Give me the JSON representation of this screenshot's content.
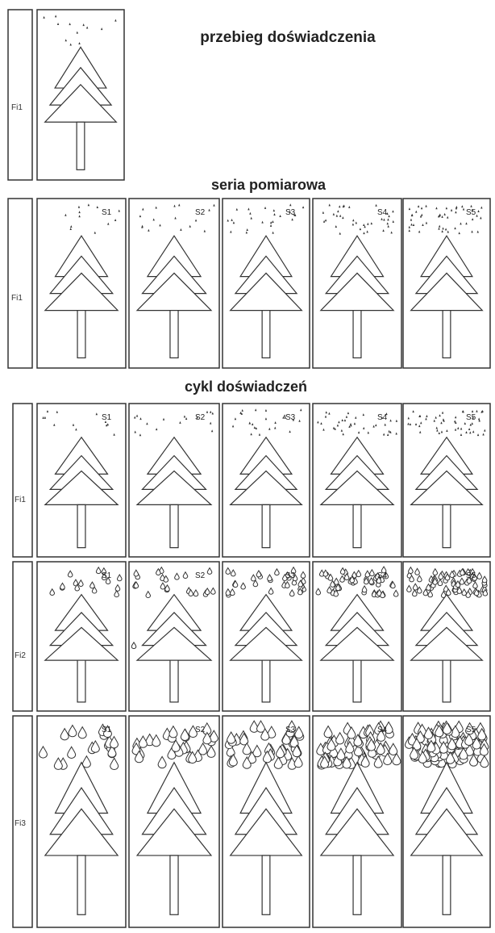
{
  "section_titles": {
    "experiment": "przebieg doświadczenia",
    "series": "seria pomiarowa",
    "cycle": "cykl doświadczeń"
  },
  "row_labels": {
    "single": "Fi1",
    "series": "Fi1",
    "cycle": [
      "Fi1",
      "Fi2",
      "Fi3"
    ]
  },
  "stage_labels": [
    "S1",
    "S2",
    "S3",
    "S4",
    "S5"
  ],
  "drop_density_per_stage": [
    1,
    2,
    3,
    4,
    5
  ],
  "drop_size_per_intensity": [
    "small",
    "medium",
    "large"
  ],
  "icons": {
    "tree": "tree-icon",
    "drop": "raindrop-icon"
  }
}
